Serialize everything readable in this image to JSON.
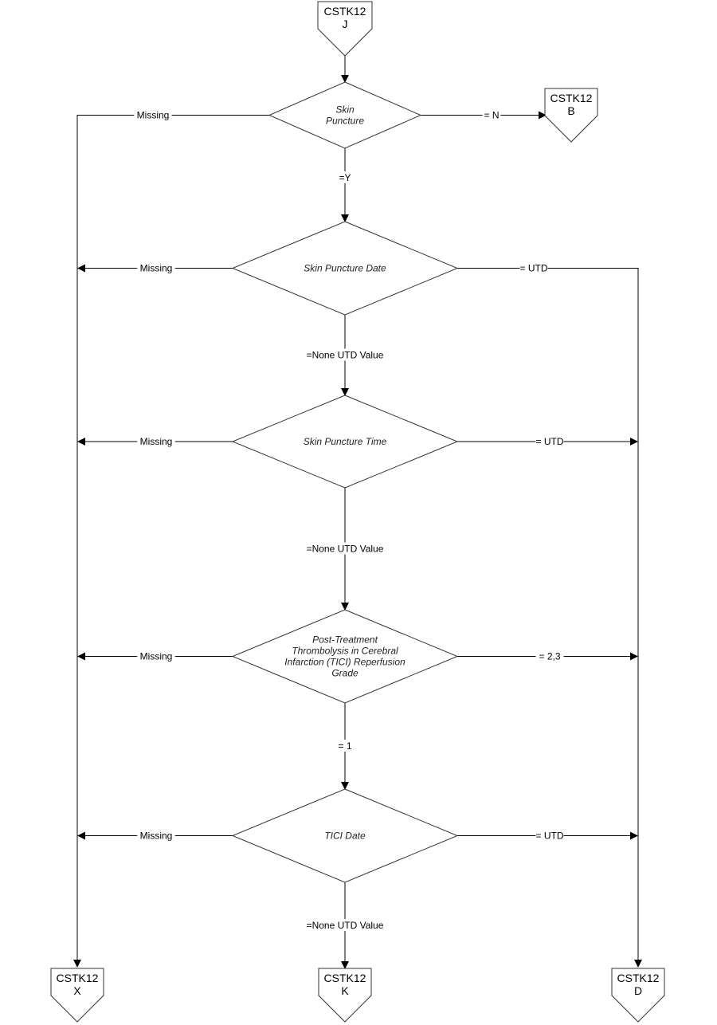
{
  "connectors": {
    "top": {
      "code": "CSTK12",
      "letter": "J"
    },
    "no_exit": {
      "code": "CSTK12",
      "letter": "B"
    },
    "missing_exit": {
      "code": "CSTK12",
      "letter": "X"
    },
    "continue_exit": {
      "code": "CSTK12",
      "letter": "K"
    },
    "done_exit": {
      "code": "CSTK12",
      "letter": "D"
    }
  },
  "decisions": [
    {
      "lines": [
        "Skin",
        "Puncture"
      ],
      "left": "Missing",
      "right": "= N",
      "down": "=Y"
    },
    {
      "lines": [
        "Skin Puncture Date"
      ],
      "left": "Missing",
      "right": "= UTD",
      "down": "=None UTD Value"
    },
    {
      "lines": [
        "Skin Puncture Time"
      ],
      "left": "Missing",
      "right": "= UTD",
      "down": "=None UTD Value"
    },
    {
      "lines": [
        "Post-Treatment",
        "Thrombolysis in Cerebral",
        "Infarction (TICI) Reperfusion",
        "Grade"
      ],
      "left": "Missing",
      "right": "= 2,3",
      "down": "= 1"
    },
    {
      "lines": [
        "TICI Date"
      ],
      "left": "Missing",
      "right": "= UTD",
      "down": "=None UTD Value"
    }
  ]
}
